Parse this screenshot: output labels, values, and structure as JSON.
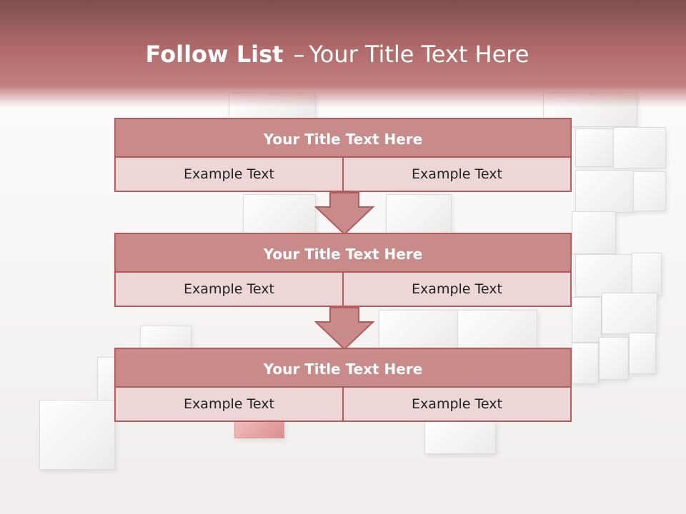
{
  "header": {
    "title_bold": "Follow List",
    "title_separator": "–",
    "title_rest": "Your Title Text Here"
  },
  "blocks": [
    {
      "title": "Your Title Text Here",
      "left": "Example Text",
      "right": "Example Text"
    },
    {
      "title": "Your Title Text Here",
      "left": "Example Text",
      "right": "Example Text"
    },
    {
      "title": "Your Title Text Here",
      "left": "Example Text",
      "right": "Example Text"
    }
  ],
  "colors": {
    "header": "#b06a6a",
    "block_title_fill": "#c98a8a",
    "block_border": "#b35c5c",
    "cell_fill": "#ecd6d6"
  }
}
